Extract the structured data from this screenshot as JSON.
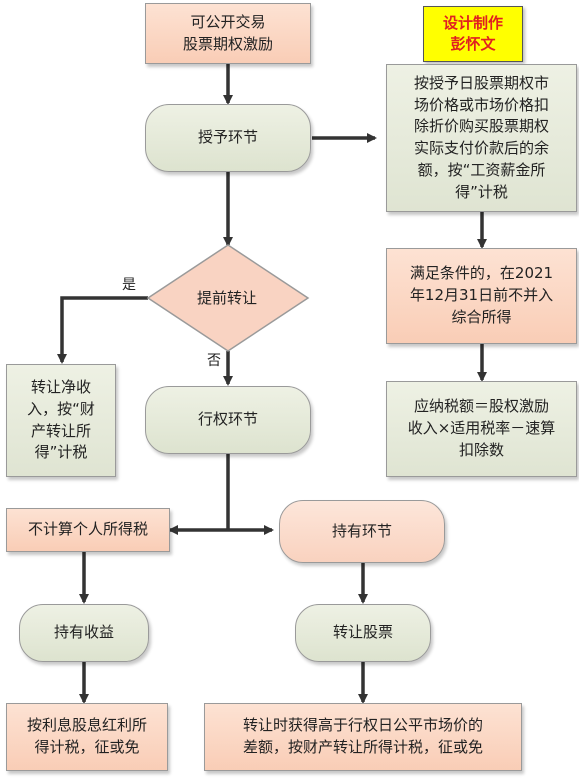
{
  "stamp": {
    "line1": "设计制作",
    "line2": "彭怀文"
  },
  "nodes": {
    "start_l1": "可公开交易",
    "start_l2": "股票期权激励",
    "grant": "授予环节",
    "grant_tax_l1": "按授予日股票期权市",
    "grant_tax_l2": "场价格或市场价格扣",
    "grant_tax_l3": "除折价购买股票期权",
    "grant_tax_l4": "实际支付价款后的余",
    "grant_tax_l5": "额，按“工资薪金所",
    "grant_tax_l6": "得”计税",
    "condition_l1": "满足条件的，在2021",
    "condition_l2": "年12月31日前不并入",
    "condition_l3": "综合所得",
    "formula_l1": "应纳税额＝股权激励",
    "formula_l2": "收入×适用税率－速算",
    "formula_l3": "扣除数",
    "early_transfer": "提前转让",
    "transfer_net_l1": "转让净收",
    "transfer_net_l2": "入，按“财",
    "transfer_net_l3": "产转让所",
    "transfer_net_l4": "得”计税",
    "exercise": "行权环节",
    "no_tax": "不计算个人所得税",
    "holding": "持有环节",
    "holding_income": "持有收益",
    "sell_stock": "转让股票",
    "dividend_l1": "按利息股息红利所",
    "dividend_l2": "得计税，征或免",
    "sell_tax_l1": "转让时获得高于行权日公平市场价的",
    "sell_tax_l2": "差额，按财产转让所得计税，征或免"
  },
  "labels": {
    "yes": "是",
    "no": "否"
  },
  "colors": {
    "stamp_bg": "#ffff00",
    "stamp_text": "#e02020",
    "box_pink": "#f9cdb6",
    "box_green": "#dfe4d2",
    "line": "#333333"
  }
}
